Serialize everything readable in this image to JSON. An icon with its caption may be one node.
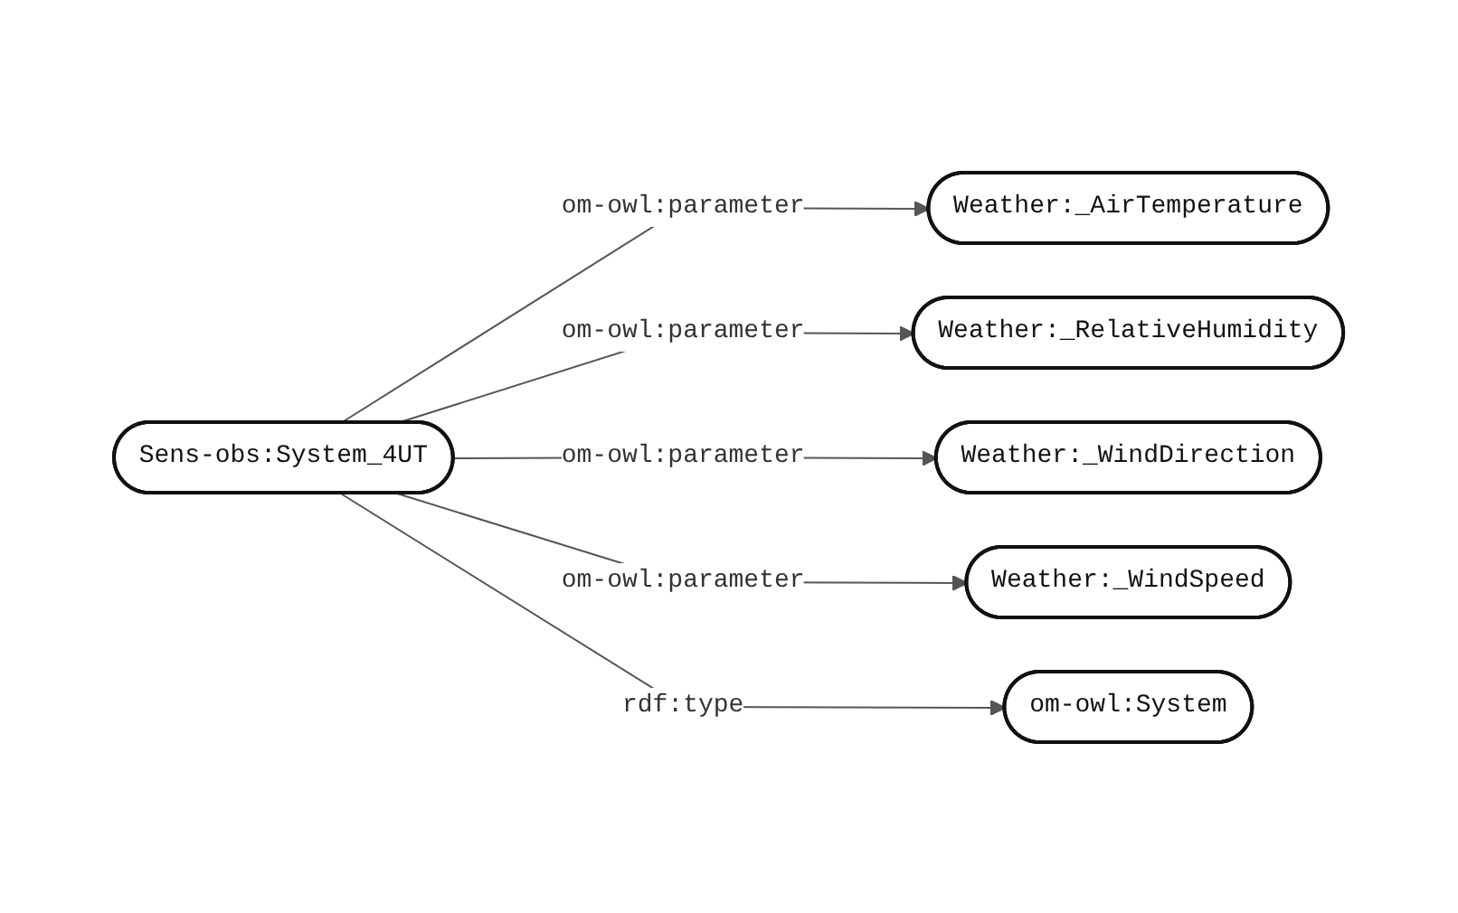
{
  "diagram": {
    "nodes": [
      {
        "text": [
          "Sens-obs:System_4UT"
        ]
      },
      {
        "text": [
          "Weather:_AirTemperature"
        ]
      },
      {
        "text": [
          "Weather:_RelativeHumidity"
        ]
      },
      {
        "text": [
          "Weather:_WindDirection"
        ]
      },
      {
        "text": [
          "Weather:_WindSpeed"
        ]
      },
      {
        "text": [
          "om-owl:System"
        ]
      }
    ],
    "edges": [
      {
        "from": 0,
        "to": 1,
        "arrow": "to",
        "label": "om-owl:parameter"
      },
      {
        "from": 0,
        "to": 2,
        "arrow": "to",
        "label": "om-owl:parameter"
      },
      {
        "from": 0,
        "to": 3,
        "arrow": "to",
        "label": "om-owl:parameter"
      },
      {
        "from": 0,
        "to": 4,
        "arrow": "to",
        "label": "om-owl:parameter"
      },
      {
        "from": 0,
        "to": 5,
        "arrow": "to",
        "label": "rdf:type"
      }
    ]
  }
}
